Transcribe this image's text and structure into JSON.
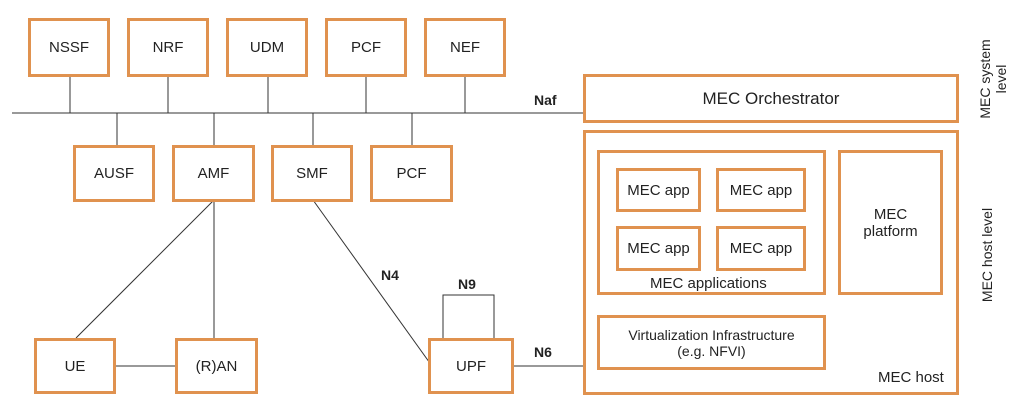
{
  "nf_top": {
    "nssf": "NSSF",
    "nrf": "NRF",
    "udm": "UDM",
    "pcf": "PCF",
    "nef": "NEF"
  },
  "nf_bottom": {
    "ausf": "AUSF",
    "amf": "AMF",
    "smf": "SMF",
    "pcf": "PCF"
  },
  "access": {
    "ue": "UE",
    "ran": "(R)AN",
    "upf": "UPF"
  },
  "interfaces": {
    "naf": "Naf",
    "n4": "N4",
    "n9": "N9",
    "n6": "N6"
  },
  "mec": {
    "orchestrator": "MEC Orchestrator",
    "app": "MEC app",
    "applications": "MEC applications",
    "platform_line1": "MEC",
    "platform_line2": "platform",
    "virt_line1": "Virtualization Infrastructure",
    "virt_line2": "(e.g. NFVI)",
    "host": "MEC host"
  },
  "levels": {
    "system_line1": "MEC system",
    "system_line2": "level",
    "host": "MEC host level"
  }
}
